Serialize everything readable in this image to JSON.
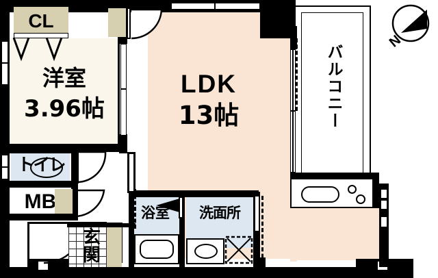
{
  "plan": {
    "type": "floor-plan",
    "title": "1LDK apartment floor plan",
    "unit_system": "jo (帖) tatami units",
    "colors": {
      "wall": "#000000",
      "ldk_floor": "#fae5d5",
      "washitsu_floor": "#faf6ec",
      "wet_area_floor": "#dce7f2",
      "closet_fill": "#d6cfb0",
      "balcony_floor": "#ffffff",
      "background": "#ffffff"
    },
    "rooms": [
      {
        "id": "ldk",
        "name": "LDK",
        "size": "13帖",
        "label_line1": "LDK",
        "label_line2": "13帖"
      },
      {
        "id": "washitsu",
        "name": "洋室",
        "size": "3.96帖",
        "label_line1": "洋室",
        "label_line2": "3.96帖"
      },
      {
        "id": "balcony",
        "name": "バルコニー",
        "size": "",
        "label_line1": "バルコニー",
        "label_line2": ""
      },
      {
        "id": "bath",
        "name": "浴室",
        "size": "",
        "label_line1": "浴室",
        "label_line2": ""
      },
      {
        "id": "washroom",
        "name": "洗面所",
        "size": "",
        "label_line1": "洗面所",
        "label_line2": ""
      },
      {
        "id": "toilet",
        "name": "トイレ",
        "size": "",
        "label_line1": "トイレ",
        "label_line2": ""
      },
      {
        "id": "genkan",
        "name": "玄関",
        "size": "",
        "label_line1": "玄",
        "label_line2": "関"
      },
      {
        "id": "closet",
        "name": "CL",
        "size": "",
        "label_line1": "CL",
        "label_line2": ""
      },
      {
        "id": "meterbox",
        "name": "MB",
        "size": "",
        "label_line1": "MB",
        "label_line2": ""
      }
    ],
    "labels": {
      "ldk_name": "LDK",
      "ldk_size": "13帖",
      "washitsu_name": "洋室",
      "washitsu_size": "3.96帖",
      "balcony": "バルコニー",
      "bath": "浴室",
      "washroom": "洗面所",
      "toilet": "トイレ",
      "genkan_1": "玄",
      "genkan_2": "関",
      "closet": "CL",
      "meterbox": "MB"
    },
    "compass": {
      "name": "north-arrow",
      "letter": "N"
    },
    "fixtures": [
      {
        "id": "bathtub",
        "name": "bathtub"
      },
      {
        "id": "sink-vanity",
        "name": "washbasin"
      },
      {
        "id": "washer-space",
        "name": "washing-machine-space"
      },
      {
        "id": "kitchen-sink",
        "name": "kitchen-sink"
      },
      {
        "id": "stove-burner-1",
        "name": "stove-burner"
      },
      {
        "id": "stove-burner-2",
        "name": "stove-burner"
      },
      {
        "id": "toilet-bowl",
        "name": "toilet-bowl"
      }
    ]
  }
}
